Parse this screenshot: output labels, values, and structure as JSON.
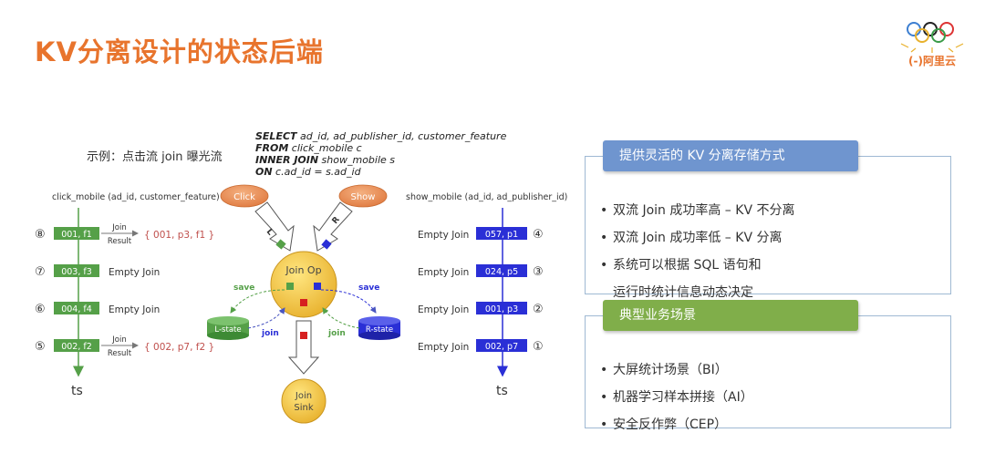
{
  "title": "KV分离设计的状态后端",
  "logo": {
    "text": "(-)阿里云"
  },
  "diagram": {
    "example_label": "示例：点击流 join 曝光流",
    "sql": [
      {
        "kw": "SELECT",
        "rest": " ad_id, ad_publisher_id, customer_feature"
      },
      {
        "kw": "FROM",
        "rest": " click_mobile c"
      },
      {
        "kw": "INNER JOIN",
        "rest": " show_mobile s"
      },
      {
        "kw": "ON",
        "rest": " c.ad_id = s.ad_id"
      }
    ],
    "left_stream_label": "click_mobile (ad_id, customer_feature)",
    "right_stream_label": "show_mobile (ad_id, ad_publisher_id)",
    "left_rows": [
      {
        "num": "⑧",
        "value": "001, f1",
        "result_kind": "join",
        "join_label_1": "Join",
        "join_label_2": "Result",
        "result": "{ 001, p3, f1 }"
      },
      {
        "num": "⑦",
        "value": "003, f3",
        "result_kind": "empty",
        "result": "Empty Join"
      },
      {
        "num": "⑥",
        "value": "004, f4",
        "result_kind": "empty",
        "result": "Empty Join"
      },
      {
        "num": "⑤",
        "value": "002, f2",
        "result_kind": "join",
        "join_label_1": "Join",
        "join_label_2": "Result",
        "result": "{ 002, p7, f2 }"
      }
    ],
    "right_rows": [
      {
        "num": "④",
        "value": "057, p1",
        "result": "Empty Join"
      },
      {
        "num": "③",
        "value": "024, p5",
        "result": "Empty Join"
      },
      {
        "num": "②",
        "value": "001, p3",
        "result": "Empty Join"
      },
      {
        "num": "①",
        "value": "002, p7",
        "result": "Empty Join"
      }
    ],
    "ts_label": "ts",
    "click_label": "Click",
    "show_label": "Show",
    "l_label": "L",
    "r_label": "R",
    "join_op_label": "Join Op",
    "join_sink_label_1": "Join",
    "join_sink_label_2": "Sink",
    "l_state_label": "L-state",
    "r_state_label": "R-state",
    "save_label": "save",
    "join_label": "join"
  },
  "panel1": {
    "title": "提供灵活的 KV 分离存储方式",
    "items": [
      "双流 Join 成功率高 – KV 不分离",
      "双流 Join 成功率低 – KV 分离",
      "系统可以根据 SQL 语句和"
    ],
    "continuation": "运行时统计信息动态决定"
  },
  "panel2": {
    "title": "典型业务场景",
    "items": [
      "大屏统计场景（BI）",
      "机器学习样本拼接（AI）",
      "安全反作弊（CEP）"
    ]
  },
  "colors": {
    "title": "#e8742d",
    "panel1_header": "#6f95cf",
    "panel2_header": "#80ae4a",
    "left_stream": "#55a048",
    "right_stream": "#2a2fd6",
    "result_text": "#c0504d"
  },
  "bullet": "•"
}
